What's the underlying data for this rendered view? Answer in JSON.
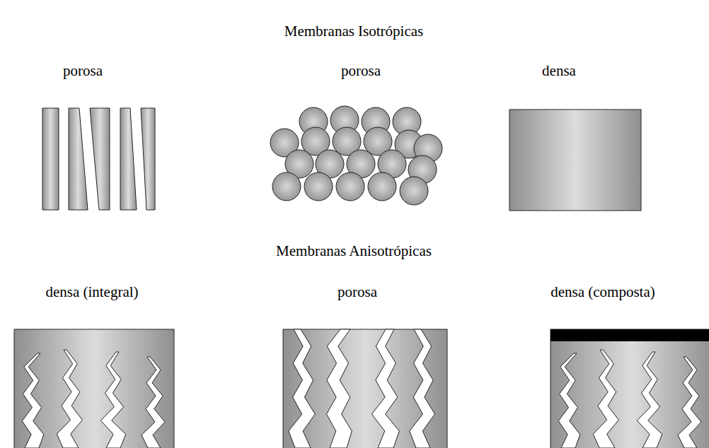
{
  "diagram": {
    "nodes": [
      {
        "text": [
          "porosa"
        ]
      },
      {
        "text": [
          "porosa"
        ]
      },
      {
        "text": [
          "densa"
        ]
      },
      {
        "text": [
          "densa (integral)"
        ]
      },
      {
        "text": [
          "porosa"
        ]
      },
      {
        "text": [
          "densa (composta)"
        ]
      }
    ],
    "labels": [
      "Membranas Isotrópicas",
      "Membranas Anisotrópicas"
    ]
  }
}
